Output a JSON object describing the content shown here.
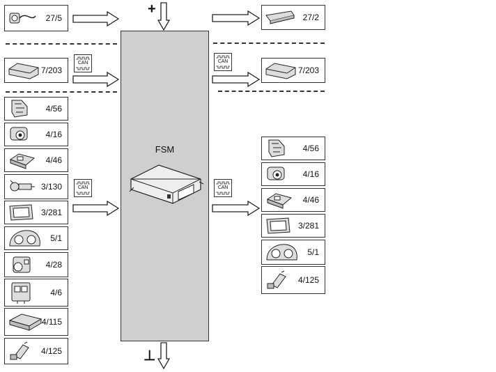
{
  "module": {
    "label": "FSM"
  },
  "power": {
    "plus": "+",
    "ground": "⊥"
  },
  "can_label": "CAN",
  "left_top": [
    {
      "label": "27/5",
      "icon": "switch-icon"
    }
  ],
  "left_can": [
    {
      "label": "7/203",
      "icon": "module-icon"
    }
  ],
  "left_list": [
    {
      "label": "4/56",
      "icon": "sensor-icon"
    },
    {
      "label": "4/16",
      "icon": "camera-icon"
    },
    {
      "label": "4/46",
      "icon": "control-unit-icon"
    },
    {
      "label": "3/130",
      "icon": "switch-assembly-icon"
    },
    {
      "label": "3/281",
      "icon": "display-icon"
    },
    {
      "label": "5/1",
      "icon": "instrument-cluster-icon"
    },
    {
      "label": "4/28",
      "icon": "actuator-icon"
    },
    {
      "label": "4/6",
      "icon": "control-module-icon"
    },
    {
      "label": "4/115",
      "icon": "ecu-icon"
    },
    {
      "label": "4/125",
      "icon": "connector-icon"
    }
  ],
  "right_top": [
    {
      "label": "27/2",
      "icon": "light-bar-icon"
    }
  ],
  "right_can": [
    {
      "label": "7/203",
      "icon": "module-icon"
    }
  ],
  "right_list": [
    {
      "label": "4/56",
      "icon": "sensor-icon"
    },
    {
      "label": "4/16",
      "icon": "camera-icon"
    },
    {
      "label": "4/46",
      "icon": "control-unit-icon"
    },
    {
      "label": "3/281",
      "icon": "display-icon"
    },
    {
      "label": "5/1",
      "icon": "instrument-cluster-icon"
    },
    {
      "label": "4/125",
      "icon": "connector-icon"
    }
  ]
}
